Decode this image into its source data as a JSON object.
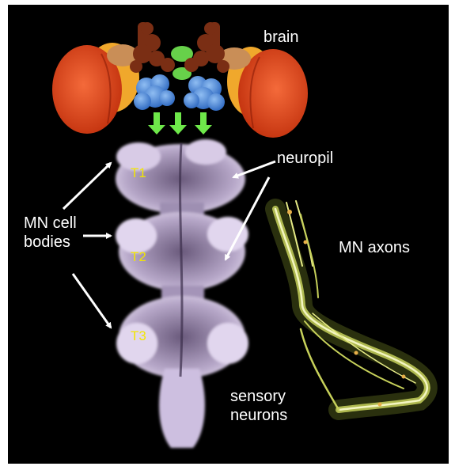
{
  "labels": {
    "brain": "brain",
    "neuropil": "neuropil",
    "mn_cell": "MN cell",
    "bodies": "bodies",
    "mn_axons": "MN axons",
    "sensory": "sensory",
    "neurons": "neurons"
  },
  "segments": {
    "t1": "T1",
    "t2": "T2",
    "t3": "T3"
  },
  "colors": {
    "background": "#000000",
    "label_text": "#ffffff",
    "segment_text": "#f2e600",
    "optic_lobe_outer": "#e2421e",
    "optic_lobe_inner": "#f0a82c",
    "central_brain_brown": "#7a2e14",
    "antennal_lobe_blue": "#3f7fd1",
    "mushroom_green": "#67d14a",
    "flow_arrows": "#6ee84a",
    "vnc_tissue": "#d8cbe6",
    "axon_fibers": "#e6eb86"
  }
}
